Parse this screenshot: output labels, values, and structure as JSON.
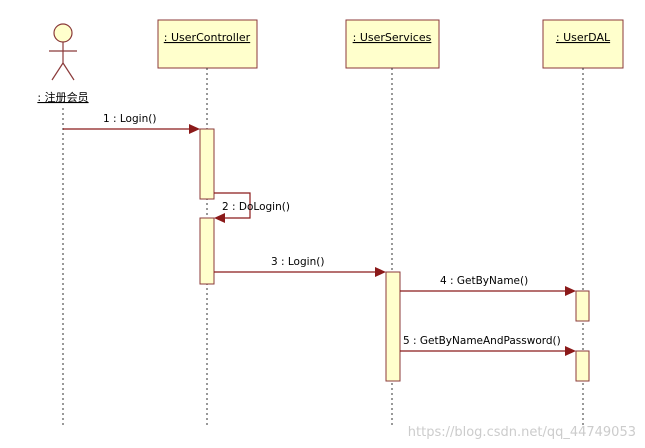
{
  "diagram": {
    "actor": {
      "label": ": 注册会员"
    },
    "objects": [
      {
        "label": ": UserController"
      },
      {
        "label": ": UserServices"
      },
      {
        "label": ": UserDAL"
      }
    ],
    "messages": [
      {
        "label": "1 : Login()"
      },
      {
        "label": "2 : DoLogin()"
      },
      {
        "label": "3 : Login()"
      },
      {
        "label": "4 : GetByName()"
      },
      {
        "label": "5 : GetByNameAndPassword()"
      }
    ],
    "watermark": "https://blog.csdn.net/qq_44749053",
    "colors": {
      "box_fill": "#ffffcc",
      "border": "#8b3a3a",
      "message": "#8b1a1a",
      "watermark": "#cccccc"
    }
  }
}
